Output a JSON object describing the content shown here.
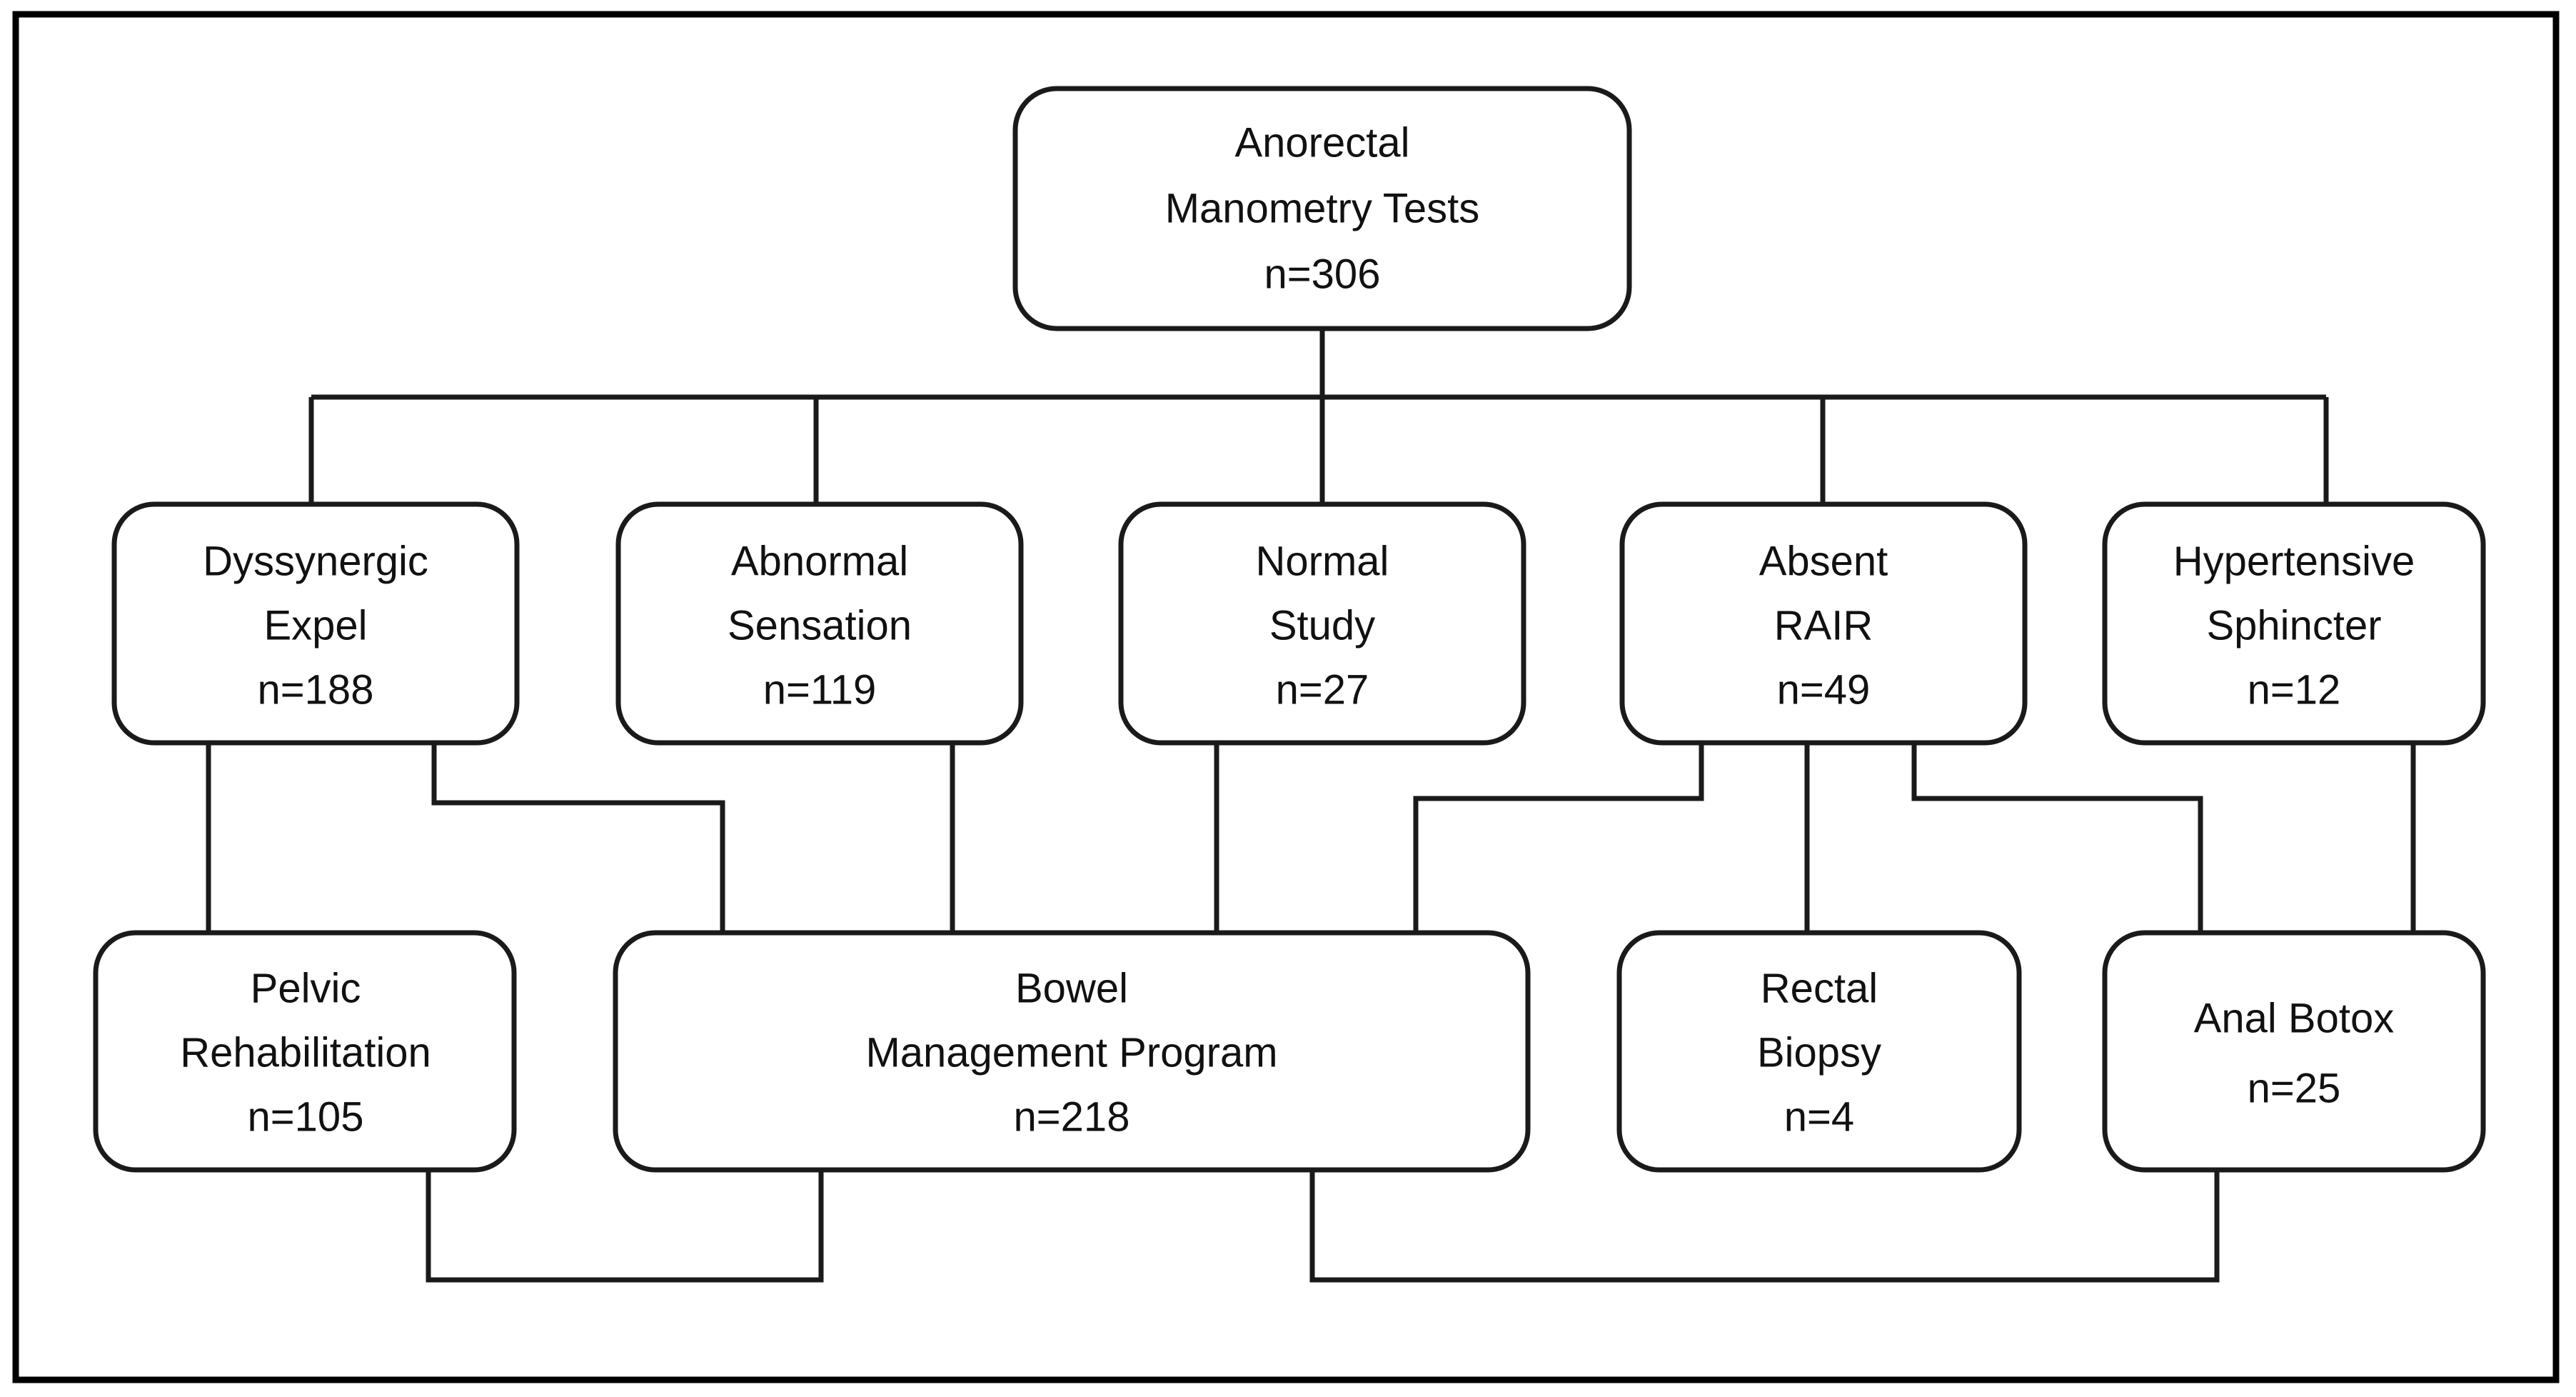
{
  "figure": {
    "type": "flowchart",
    "orientation": "top-down",
    "border": "rectangular-outer-frame",
    "colors": {
      "background": "#ffffff",
      "node_fill": "#ffffff",
      "node_stroke": "#1a1a1a",
      "connector": "#1a1a1a",
      "frame": "#000000",
      "text": "#111111"
    }
  },
  "nodes": {
    "root": {
      "id": "anorectal-manometry-tests",
      "line1": "Anorectal",
      "line2": "Manometry Tests",
      "count_label": "n=306",
      "count": 306
    },
    "row2": [
      {
        "id": "dyssynergic-expel",
        "line1": "Dyssynergic",
        "line2": "Expel",
        "count_label": "n=188",
        "count": 188
      },
      {
        "id": "abnormal-sensation",
        "line1": "Abnormal",
        "line2": "Sensation",
        "count_label": "n=119",
        "count": 119
      },
      {
        "id": "normal-study",
        "line1": "Normal",
        "line2": "Study",
        "count_label": "n=27",
        "count": 27
      },
      {
        "id": "absent-rair",
        "line1": "Absent",
        "line2": "RAIR",
        "count_label": "n=49",
        "count": 49
      },
      {
        "id": "hypertensive-sphincter",
        "line1": "Hypertensive",
        "line2": "Sphincter",
        "count_label": "n=12",
        "count": 12
      }
    ],
    "row3": [
      {
        "id": "pelvic-rehabilitation",
        "line1": "Pelvic",
        "line2": "Rehabilitation",
        "count_label": "n=105",
        "count": 105
      },
      {
        "id": "bowel-management-program",
        "line1": "Bowel",
        "line2": "Management Program",
        "count_label": "n=218",
        "count": 218
      },
      {
        "id": "rectal-biopsy",
        "line1": "Rectal",
        "line2": "Biopsy",
        "count_label": "n=4",
        "count": 4
      },
      {
        "id": "anal-botox",
        "line1": "Anal Botox",
        "line2": "",
        "count_label": "n=25",
        "count": 25
      }
    ]
  },
  "edges": [
    {
      "from": "anorectal-manometry-tests",
      "to": "dyssynergic-expel"
    },
    {
      "from": "anorectal-manometry-tests",
      "to": "abnormal-sensation"
    },
    {
      "from": "anorectal-manometry-tests",
      "to": "normal-study"
    },
    {
      "from": "anorectal-manometry-tests",
      "to": "absent-rair"
    },
    {
      "from": "anorectal-manometry-tests",
      "to": "hypertensive-sphincter"
    },
    {
      "from": "dyssynergic-expel",
      "to": "pelvic-rehabilitation"
    },
    {
      "from": "dyssynergic-expel",
      "to": "bowel-management-program"
    },
    {
      "from": "abnormal-sensation",
      "to": "bowel-management-program"
    },
    {
      "from": "normal-study",
      "to": "bowel-management-program"
    },
    {
      "from": "absent-rair",
      "to": "bowel-management-program"
    },
    {
      "from": "absent-rair",
      "to": "rectal-biopsy"
    },
    {
      "from": "absent-rair",
      "to": "anal-botox"
    },
    {
      "from": "hypertensive-sphincter",
      "to": "anal-botox"
    },
    {
      "from": "pelvic-rehabilitation",
      "to": "bowel-management-program",
      "style": "bottom-u-link"
    },
    {
      "from": "bowel-management-program",
      "to": "anal-botox",
      "style": "bottom-u-link"
    }
  ]
}
